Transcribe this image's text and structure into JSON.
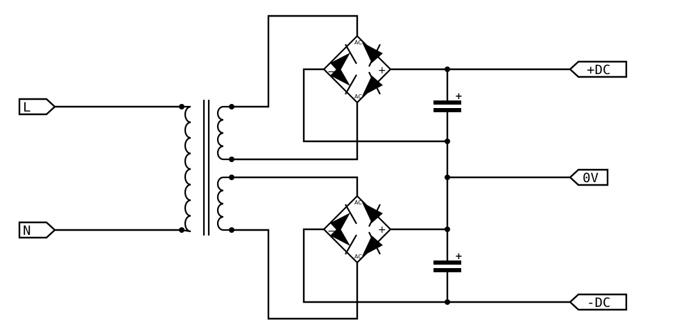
{
  "ports": {
    "line": "L",
    "neutral": "N",
    "pos_dc": "+DC",
    "zero_v": "0V",
    "neg_dc": "-DC"
  },
  "bridge_labels": {
    "ac": "AC",
    "minus": "−",
    "plus": "+"
  },
  "capacitor_polarity": "+"
}
